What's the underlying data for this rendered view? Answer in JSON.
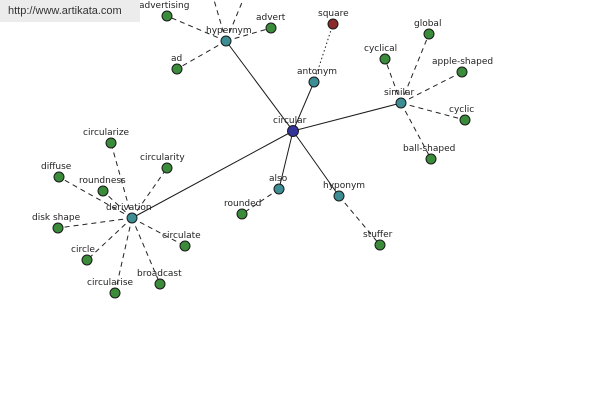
{
  "watermark": {
    "text": "http://www.artikata.com"
  },
  "colors": {
    "root": "#33339a",
    "relation": "#3d8e94",
    "word": "#3a8c3a",
    "highlight": "#8a2a2a",
    "node_stroke": "#1a1a1a"
  },
  "graph": {
    "nodes": [
      {
        "id": "circular",
        "label": "circular",
        "kind": "root"
      },
      {
        "id": "hypernym",
        "label": "hypernym",
        "kind": "relation"
      },
      {
        "id": "antonym",
        "label": "antonym",
        "kind": "relation"
      },
      {
        "id": "similar",
        "label": "similar",
        "kind": "relation"
      },
      {
        "id": "also",
        "label": "also",
        "kind": "relation"
      },
      {
        "id": "hyponym",
        "label": "hyponym",
        "kind": "relation"
      },
      {
        "id": "derivation",
        "label": "derivation",
        "kind": "relation"
      },
      {
        "id": "advertising",
        "label": "advertising",
        "kind": "word"
      },
      {
        "id": "advert",
        "label": "advert",
        "kind": "word"
      },
      {
        "id": "ad",
        "label": "ad",
        "kind": "word"
      },
      {
        "id": "square",
        "label": "square",
        "kind": "highlight"
      },
      {
        "id": "global",
        "label": "global",
        "kind": "word"
      },
      {
        "id": "cyclical",
        "label": "cyclical",
        "kind": "word"
      },
      {
        "id": "apple-shaped",
        "label": "apple-shaped",
        "kind": "word"
      },
      {
        "id": "cyclic",
        "label": "cyclic",
        "kind": "word"
      },
      {
        "id": "ball-shaped",
        "label": "ball-shaped",
        "kind": "word"
      },
      {
        "id": "rounded",
        "label": "rounded",
        "kind": "word"
      },
      {
        "id": "stuffer",
        "label": "stuffer",
        "kind": "word"
      },
      {
        "id": "circularize",
        "label": "circularize",
        "kind": "word"
      },
      {
        "id": "circularity",
        "label": "circularity",
        "kind": "word"
      },
      {
        "id": "diffuse",
        "label": "diffuse",
        "kind": "word"
      },
      {
        "id": "roundness",
        "label": "roundness",
        "kind": "word"
      },
      {
        "id": "disk-shape",
        "label": "disk shape",
        "kind": "word"
      },
      {
        "id": "circulate",
        "label": "circulate",
        "kind": "word"
      },
      {
        "id": "circle",
        "label": "circle",
        "kind": "word"
      },
      {
        "id": "broadcast",
        "label": "broadcast",
        "kind": "word"
      },
      {
        "id": "circularise",
        "label": "circularise",
        "kind": "word"
      }
    ],
    "edges": [
      {
        "from": "circular",
        "to": "hypernym",
        "style": "solid"
      },
      {
        "from": "circular",
        "to": "antonym",
        "style": "solid"
      },
      {
        "from": "circular",
        "to": "similar",
        "style": "solid"
      },
      {
        "from": "circular",
        "to": "also",
        "style": "solid"
      },
      {
        "from": "circular",
        "to": "hyponym",
        "style": "solid"
      },
      {
        "from": "circular",
        "to": "derivation",
        "style": "solid"
      },
      {
        "from": "hypernym",
        "to": "advertising",
        "style": "dashed"
      },
      {
        "from": "hypernym",
        "to": "advert",
        "style": "dashed"
      },
      {
        "from": "hypernym",
        "to": "ad",
        "style": "dashed"
      },
      {
        "from": "hypernym",
        "to": "offtop-a",
        "style": "dashed"
      },
      {
        "from": "hypernym",
        "to": "offtop-b",
        "style": "dashed"
      },
      {
        "from": "antonym",
        "to": "square",
        "style": "dotted"
      },
      {
        "from": "similar",
        "to": "global",
        "style": "dashed"
      },
      {
        "from": "similar",
        "to": "cyclical",
        "style": "dashed"
      },
      {
        "from": "similar",
        "to": "apple-shaped",
        "style": "dashed"
      },
      {
        "from": "similar",
        "to": "cyclic",
        "style": "dashed"
      },
      {
        "from": "similar",
        "to": "ball-shaped",
        "style": "dashed"
      },
      {
        "from": "also",
        "to": "rounded",
        "style": "dashed"
      },
      {
        "from": "hyponym",
        "to": "stuffer",
        "style": "dashed"
      },
      {
        "from": "derivation",
        "to": "circularize",
        "style": "dashed"
      },
      {
        "from": "derivation",
        "to": "circularity",
        "style": "dashed"
      },
      {
        "from": "derivation",
        "to": "diffuse",
        "style": "dashed"
      },
      {
        "from": "derivation",
        "to": "roundness",
        "style": "dashed"
      },
      {
        "from": "derivation",
        "to": "disk-shape",
        "style": "dashed"
      },
      {
        "from": "derivation",
        "to": "circulate",
        "style": "dashed"
      },
      {
        "from": "derivation",
        "to": "circle",
        "style": "dashed"
      },
      {
        "from": "derivation",
        "to": "broadcast",
        "style": "dashed"
      },
      {
        "from": "derivation",
        "to": "circularise",
        "style": "dashed"
      }
    ]
  }
}
